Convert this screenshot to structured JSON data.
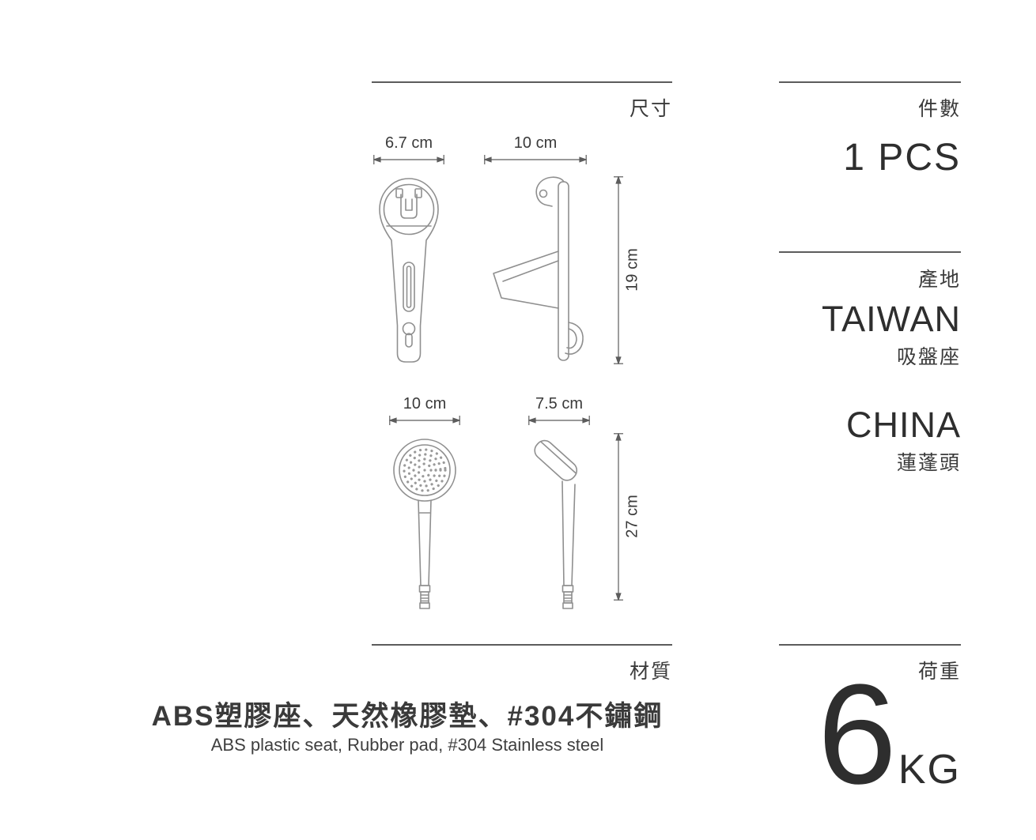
{
  "page": {
    "bg": "#ffffff",
    "text_color": "#3a3a3a",
    "drawing_line_color": "#8f8f8f",
    "dimension_line_color": "#5c5c5c"
  },
  "dimension_section": {
    "heading": "尺寸",
    "holder_front": {
      "width": "6.7 cm"
    },
    "holder_side": {
      "width": "10 cm",
      "height": "19 cm"
    },
    "shower_front": {
      "width": "10 cm"
    },
    "shower_side": {
      "width": "7.5 cm",
      "height": "27 cm"
    }
  },
  "material_section": {
    "heading": "材質",
    "text_zh": "ABS塑膠座、天然橡膠墊、#304不鏽鋼",
    "text_en": "ABS plastic seat, Rubber pad, #304 Stainless steel"
  },
  "quantity_section": {
    "heading": "件數",
    "value": "1 PCS"
  },
  "origin_section": {
    "heading": "產地",
    "items": [
      {
        "country": "TAIWAN",
        "item": "吸盤座"
      },
      {
        "country": "CHINA",
        "item": "蓮蓬頭"
      }
    ]
  },
  "load_section": {
    "heading": "荷重",
    "value": "6",
    "unit": "KG"
  }
}
